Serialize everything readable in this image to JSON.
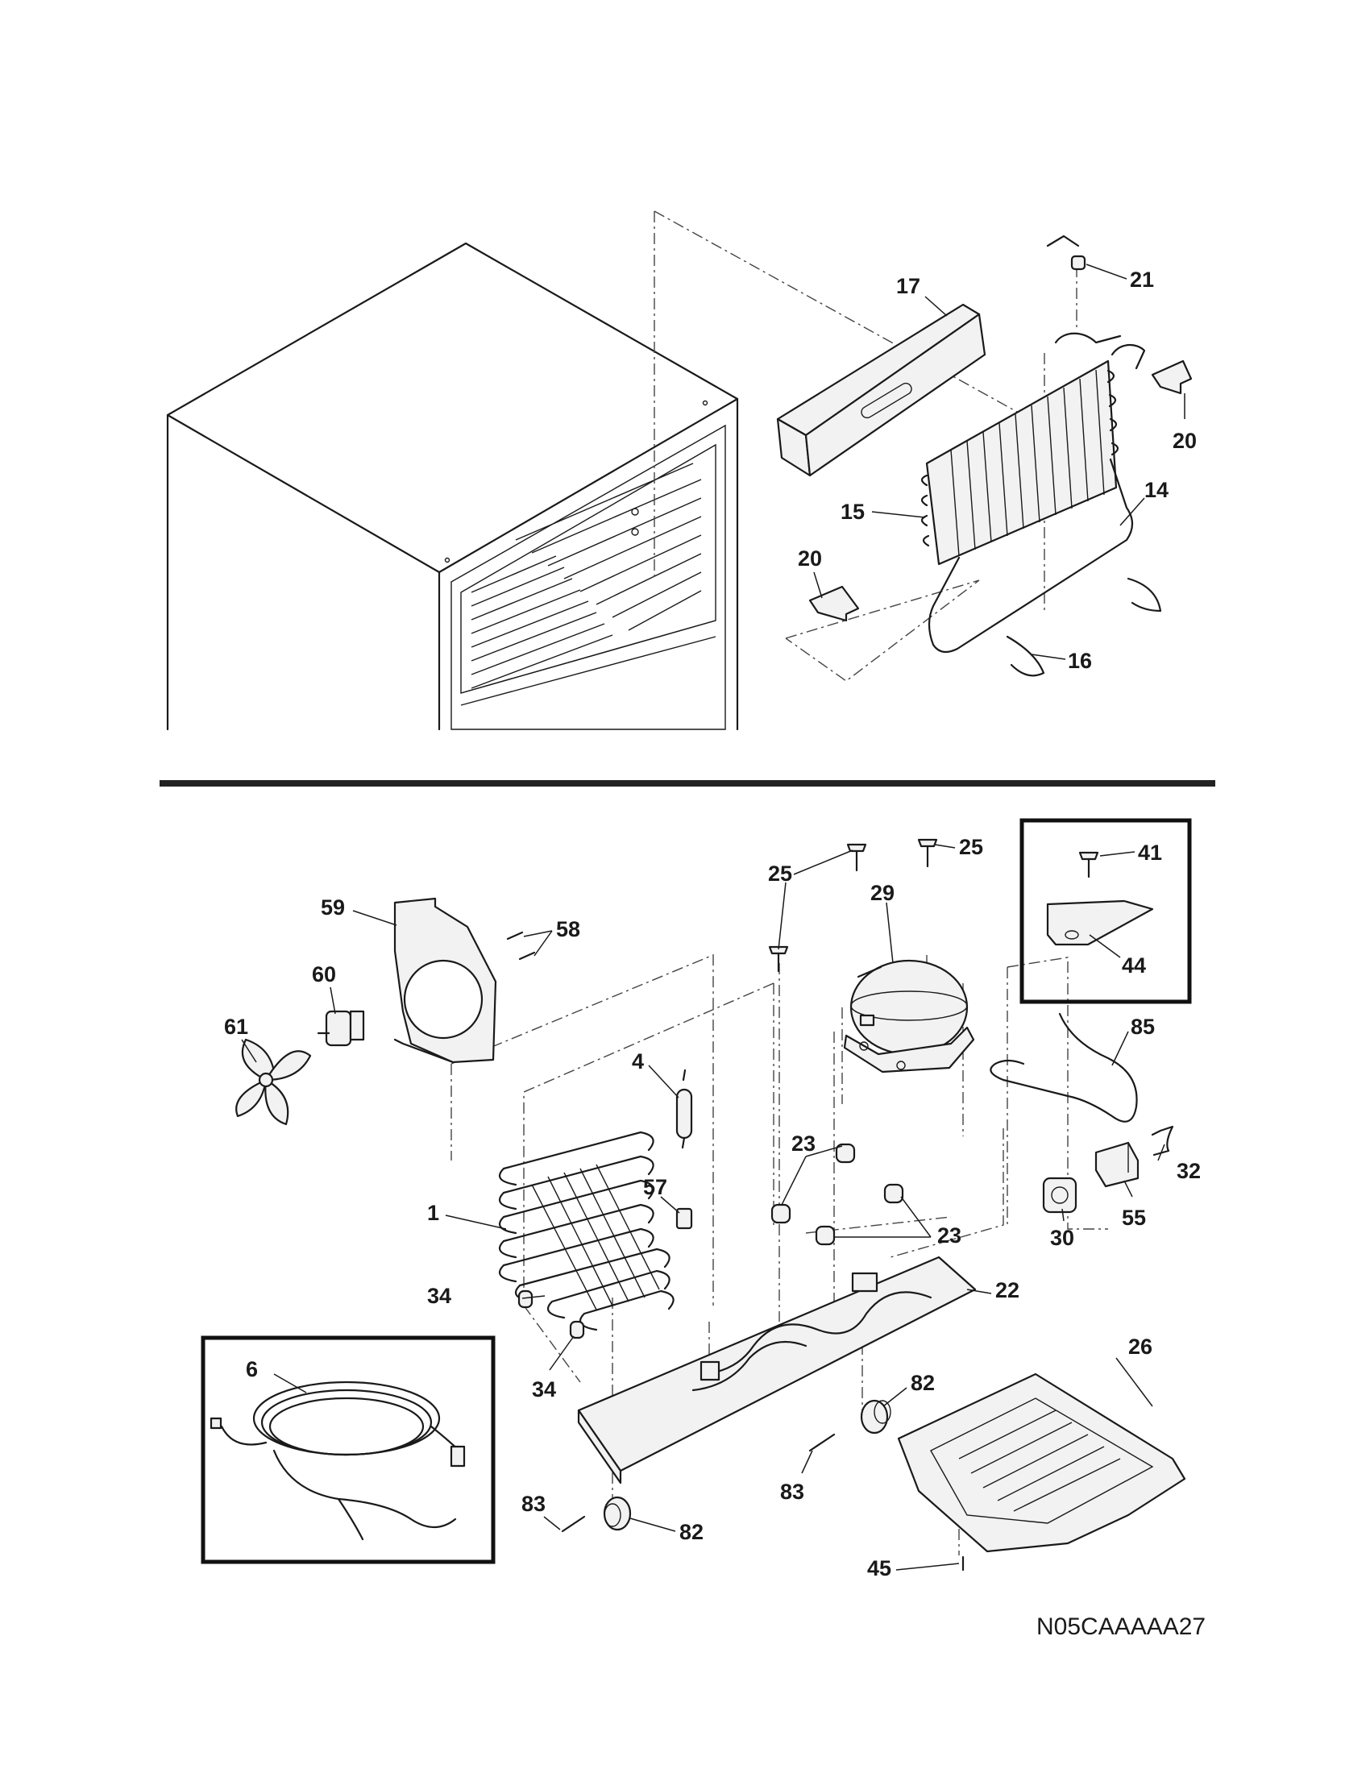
{
  "figure_code": "N05CAAAAA27",
  "callouts": {
    "c1": "1",
    "c4": "4",
    "c6": "6",
    "c14": "14",
    "c15": "15",
    "c16": "16",
    "c17": "17",
    "c20a": "20",
    "c20b": "20",
    "c21": "21",
    "c22": "22",
    "c23a": "23",
    "c23b": "23",
    "c25a": "25",
    "c25b": "25",
    "c26": "26",
    "c29": "29",
    "c30": "30",
    "c32": "32",
    "c34a": "34",
    "c34b": "34",
    "c41": "41",
    "c44": "44",
    "c45": "45",
    "c55": "55",
    "c57": "57",
    "c58": "58",
    "c59": "59",
    "c60": "60",
    "c61": "61",
    "c82a": "82",
    "c82b": "82",
    "c83a": "83",
    "c83b": "83",
    "c85": "85"
  }
}
